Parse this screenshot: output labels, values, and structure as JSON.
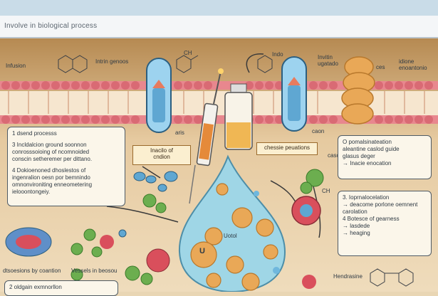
{
  "header": {
    "title": "Involve in biological process"
  },
  "scene_labels": {
    "top_left": "Infusion",
    "top_mid": "Intrin genoos",
    "top_right_a": "Indo",
    "mid_right": "Invitin ugatado",
    "right_a": "ces",
    "right_b": "idione enoantonio",
    "small_a": "CH",
    "small_b": "aris",
    "small_c": "caon",
    "small_d": "cascion",
    "small_e": "CH",
    "bottom_left_caption": "dtsoesions by coantion",
    "bottom_mid_caption": "Vessels in beosou",
    "bottom_right": "Hendrasine",
    "droplet_letter": "U",
    "droplet_label": "Uotol"
  },
  "box_left": {
    "lines": [
      "1 dsend processs",
      "",
      "3 Incldalcion ground soonnon",
      "conrosssoioing of ncomnoided",
      "conscin setheremer per dittano.",
      "",
      "4 Dokioenoned dhoslestos of",
      "ingenralion oesn por bemnindo",
      "omnonvironiting enneometering",
      "ielooontongeiy."
    ],
    "bottom_line": "2 oldgain exmnorllon"
  },
  "tag_left": {
    "line1": "Inacilo of",
    "line2": "cndion"
  },
  "tag_mid": {
    "line1": "chessie peuations"
  },
  "box_right_top": {
    "lines": [
      "O pomalsinateation",
      "aleantine caslod guide",
      "glasus deger",
      "→ Inacie enocation"
    ]
  },
  "box_right_bottom": {
    "lines": [
      "3. Ioprnalocelation",
      "→ deacome porlone oemnent",
      "  carolation",
      "4 Botesce of gearness",
      "→ lasdede",
      "→ heaging"
    ]
  },
  "colors": {
    "membrane_pink": "#e8878e",
    "accent_blue": "#6fb7dd",
    "cell_orange": "#e9a857",
    "droplet": "#9fd6e6"
  }
}
